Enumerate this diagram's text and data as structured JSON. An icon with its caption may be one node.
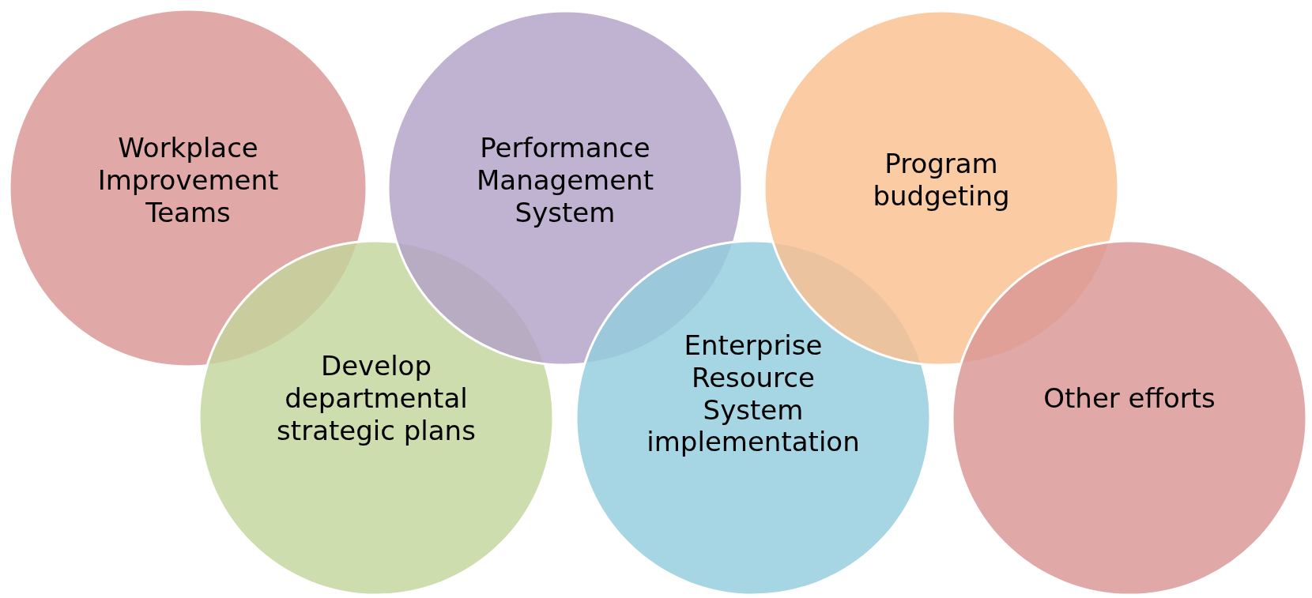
{
  "diagram": {
    "nodes": [
      {
        "text": [
          "Workplace Improvement Teams"
        ]
      },
      {
        "text": [
          "Develop departmental strategic plans"
        ]
      },
      {
        "text": [
          "Performance Management System"
        ]
      },
      {
        "text": [
          "Enterprise Resource System implementation"
        ]
      },
      {
        "text": [
          "Program budgeting"
        ]
      },
      {
        "text": [
          "Other efforts"
        ]
      }
    ],
    "edges": []
  }
}
